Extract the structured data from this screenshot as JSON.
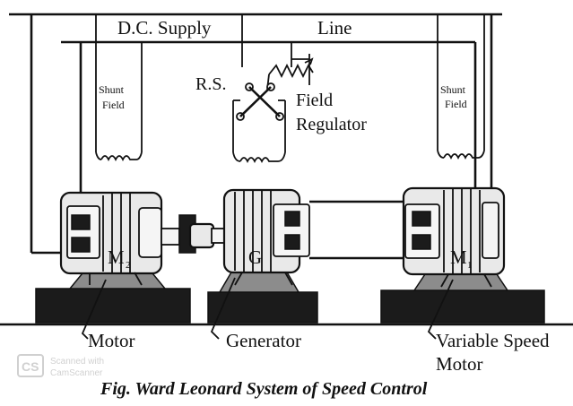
{
  "labels": {
    "dc_supply": "D.C. Supply",
    "line": "Line",
    "rs": "R.S.",
    "field_regulator_1": "Field",
    "field_regulator_2": "Regulator",
    "shunt_field_left_1": "Shunt",
    "shunt_field_left_2": "Field",
    "shunt_field_right_1": "Shunt",
    "shunt_field_right_2": "Field",
    "motor_m2_letter": "M",
    "motor_m2_sub": "2",
    "generator_letter": "G",
    "motor_m1_letter": "M",
    "motor_m1_sub": "1",
    "motor_label": "Motor",
    "generator_label": "Generator",
    "variable_speed_1": "Variable Speed",
    "variable_speed_2": "Motor",
    "watermark_logo": "CS",
    "watermark_text_1": "Scanned with",
    "watermark_text_2": "CamScanner",
    "caption": "Fig. Ward Leonard System of Speed Control"
  },
  "colors": {
    "ink": "#111111",
    "machine_fill": "#e9e9e9",
    "base_fill": "#1b1b1b",
    "watermark": "#b9b9b9"
  }
}
